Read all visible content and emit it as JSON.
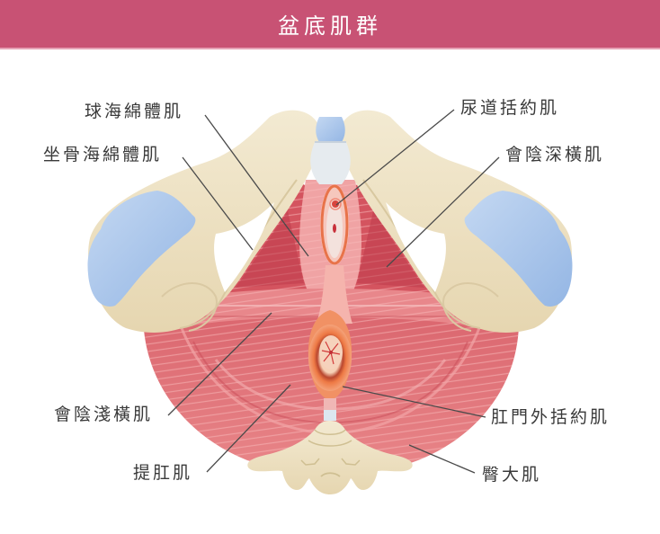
{
  "header": {
    "title": "盆底肌群",
    "background_color": "#c85274"
  },
  "diagram": {
    "subject": "pelvic-floor-muscles",
    "colors": {
      "bone": "#efe3c6",
      "cartilage": "#a9c6ea",
      "muscle": "#e0737a",
      "muscle_light": "#f0a0a2",
      "sphincter": "#ef8550",
      "leader_line": "#4a4a4a",
      "label_text": "#3a3a3a"
    },
    "labels": {
      "left": [
        {
          "id": "bulbospongiosus",
          "text": "球海綿體肌"
        },
        {
          "id": "ischiocavernosus",
          "text": "坐骨海綿體肌"
        },
        {
          "id": "superficial-transverse-perineal",
          "text": "會陰淺橫肌"
        },
        {
          "id": "levator-ani",
          "text": "提肛肌"
        }
      ],
      "right": [
        {
          "id": "urethral-sphincter",
          "text": "尿道括約肌"
        },
        {
          "id": "deep-transverse-perineal",
          "text": "會陰深橫肌"
        },
        {
          "id": "external-anal-sphincter",
          "text": "肛門外括約肌"
        },
        {
          "id": "gluteus-maximus",
          "text": "臀大肌"
        }
      ]
    }
  }
}
